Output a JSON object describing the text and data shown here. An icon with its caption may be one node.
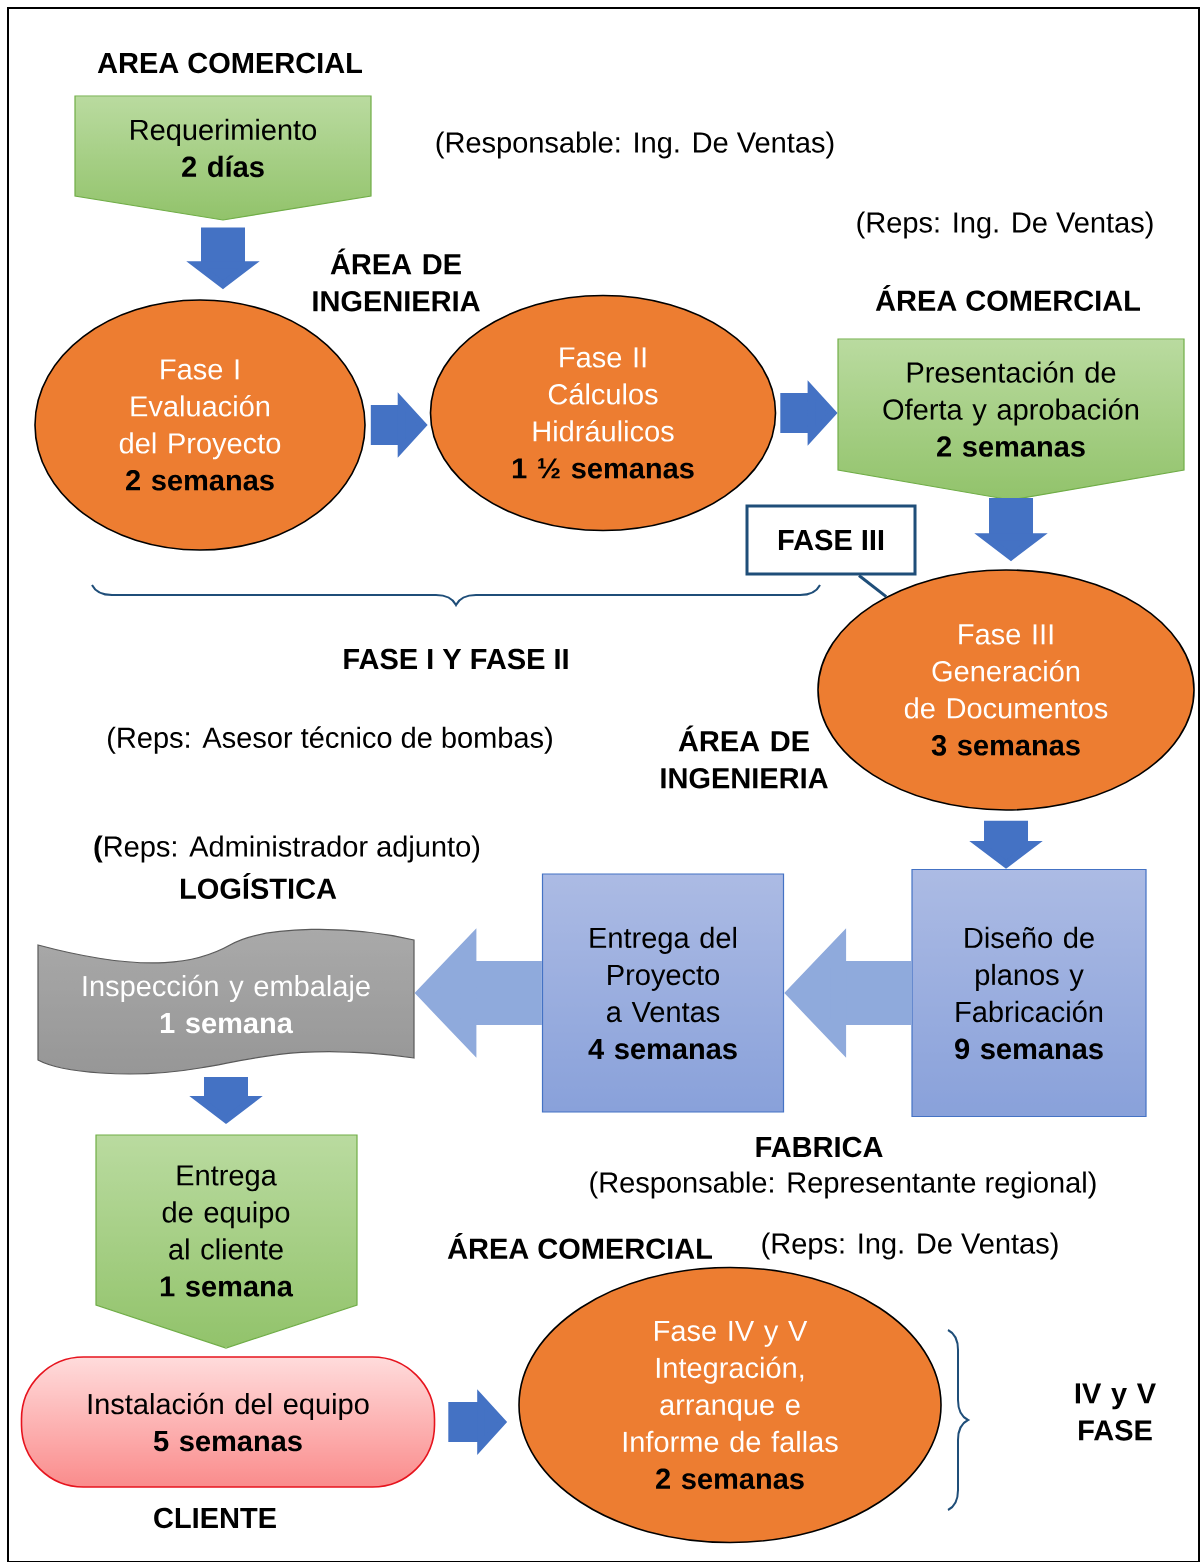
{
  "diagram": {
    "nodes": [
      {
        "text": [
          "Requerimiento",
          "2 días"
        ]
      },
      {
        "text": [
          "Fase I Evaluación del Proyecto",
          "2 semanas"
        ]
      },
      {
        "text": [
          "Fase II Cálculos Hidráulicos",
          "1 ½ semanas"
        ]
      },
      {
        "text": [
          "Presentación de Oferta y aprobación",
          "2 semanas"
        ]
      },
      {
        "text": [
          "FASE III"
        ]
      },
      {
        "text": [
          "Fase III Generación de Documentos",
          "3 semanas"
        ]
      },
      {
        "text": [
          "Diseño de planos y Fabricación",
          "9 semanas"
        ]
      },
      {
        "text": [
          "Entrega del Proyecto a Ventas",
          "4 semanas"
        ]
      },
      {
        "text": [
          "Inspección y embalaje",
          "1 semana"
        ]
      },
      {
        "text": [
          "Entrega de equipo al cliente",
          "1 semana"
        ]
      },
      {
        "text": [
          "Instalación del equipo",
          "5 semanas"
        ]
      },
      {
        "text": [
          "Fase IV y V Integración, arranque e Informe de fallas",
          "2 semanas"
        ]
      }
    ],
    "edges": [
      {
        "from": 0,
        "to": 1,
        "arrow": "to"
      },
      {
        "from": 1,
        "to": 2,
        "arrow": "to"
      },
      {
        "from": 2,
        "to": 3,
        "arrow": "to"
      },
      {
        "from": 3,
        "to": 5,
        "arrow": "to"
      },
      {
        "from": 4,
        "to": 5,
        "arrow": "none",
        "color": "#1f4e79"
      },
      {
        "from": 5,
        "to": 6,
        "arrow": "to"
      },
      {
        "from": 6,
        "to": 7,
        "arrow": "to",
        "color": "#8faadc"
      },
      {
        "from": 7,
        "to": 8,
        "arrow": "to",
        "color": "#8faadc"
      },
      {
        "from": 8,
        "to": 9,
        "arrow": "to"
      },
      {
        "from": 10,
        "to": 11,
        "arrow": "to"
      }
    ],
    "labels": [
      "AREA COMERCIAL",
      "(Responsable: Ing. De Ventas)",
      "(Reps: Ing. De Ventas)",
      "ÁREA DE INGENIERIA",
      "ÁREA COMERCIAL",
      "FASE I Y FASE II",
      "(Reps: Asesor técnico de bombas)",
      "ÁREA DE INGENIERIA",
      "**(**Reps: Administrador adjunto)",
      "LOGÍSTICA",
      "FABRICA",
      "(Responsable: Representante regional)",
      "ÁREA COMERCIAL",
      "(Reps: Ing. De Ventas)",
      "IV y V FASE",
      "CLIENTE"
    ]
  }
}
